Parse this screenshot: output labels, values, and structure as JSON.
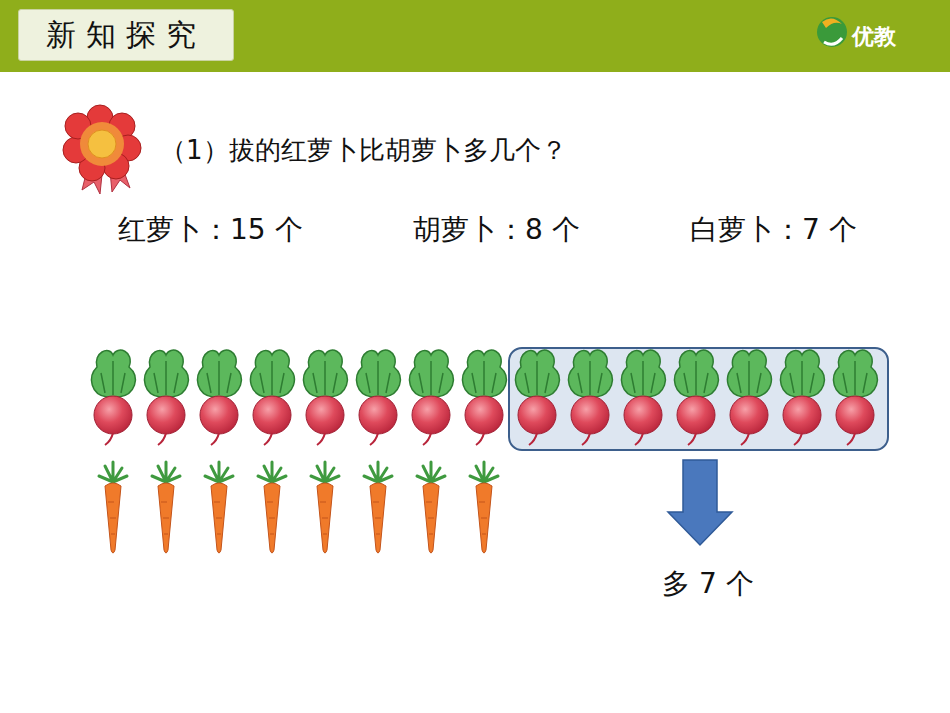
{
  "diagram": {
    "nodes": [
      {
        "text": [
          "新知探究"
        ]
      }
    ],
    "labels": [
      "优教",
      "（1）拔的红萝卜比胡萝卜多几个？",
      "红萝卜：15 个",
      "胡萝卜：8 个",
      "白萝卜：7 个",
      "多 7 个"
    ]
  }
}
